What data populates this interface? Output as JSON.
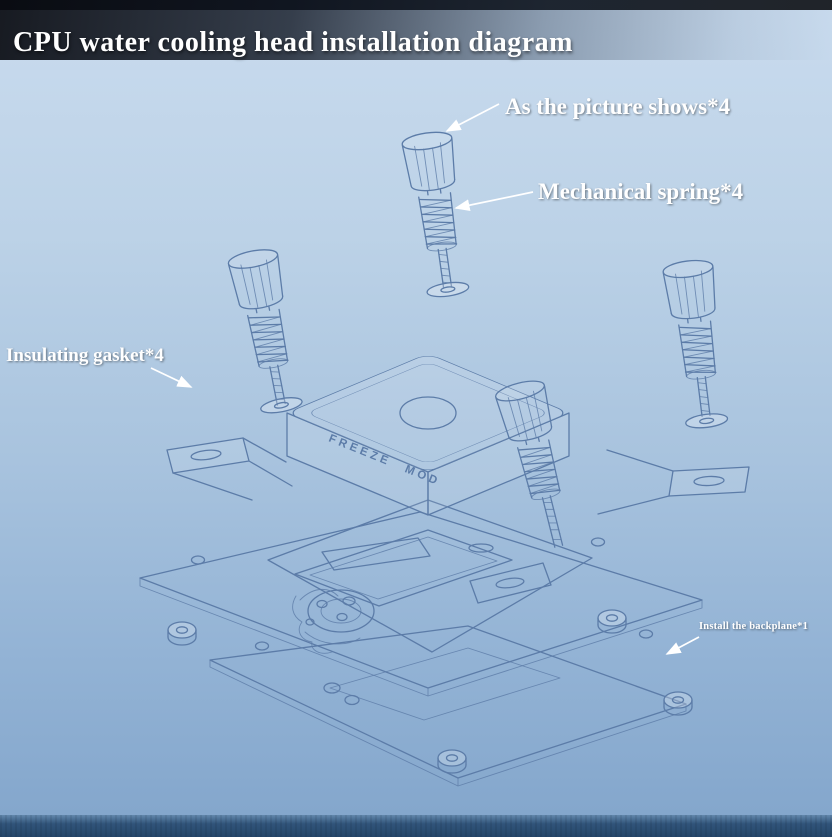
{
  "title": "CPU water cooling head installation diagram",
  "labels": {
    "screws": "As the picture shows*4",
    "spring": "Mechanical spring*4",
    "gasket": "Insulating gasket*4",
    "backplane": "Install the backplane*1"
  },
  "diagram": {
    "block_text": "FREEZE MOD"
  },
  "colors": {
    "background_top": "#c9dbee",
    "background_bottom": "#82a5cb",
    "line": "#5c7ca8",
    "title_text": "#ffffff",
    "label_text": "#ffffff",
    "bottom_band": "#24466a"
  }
}
